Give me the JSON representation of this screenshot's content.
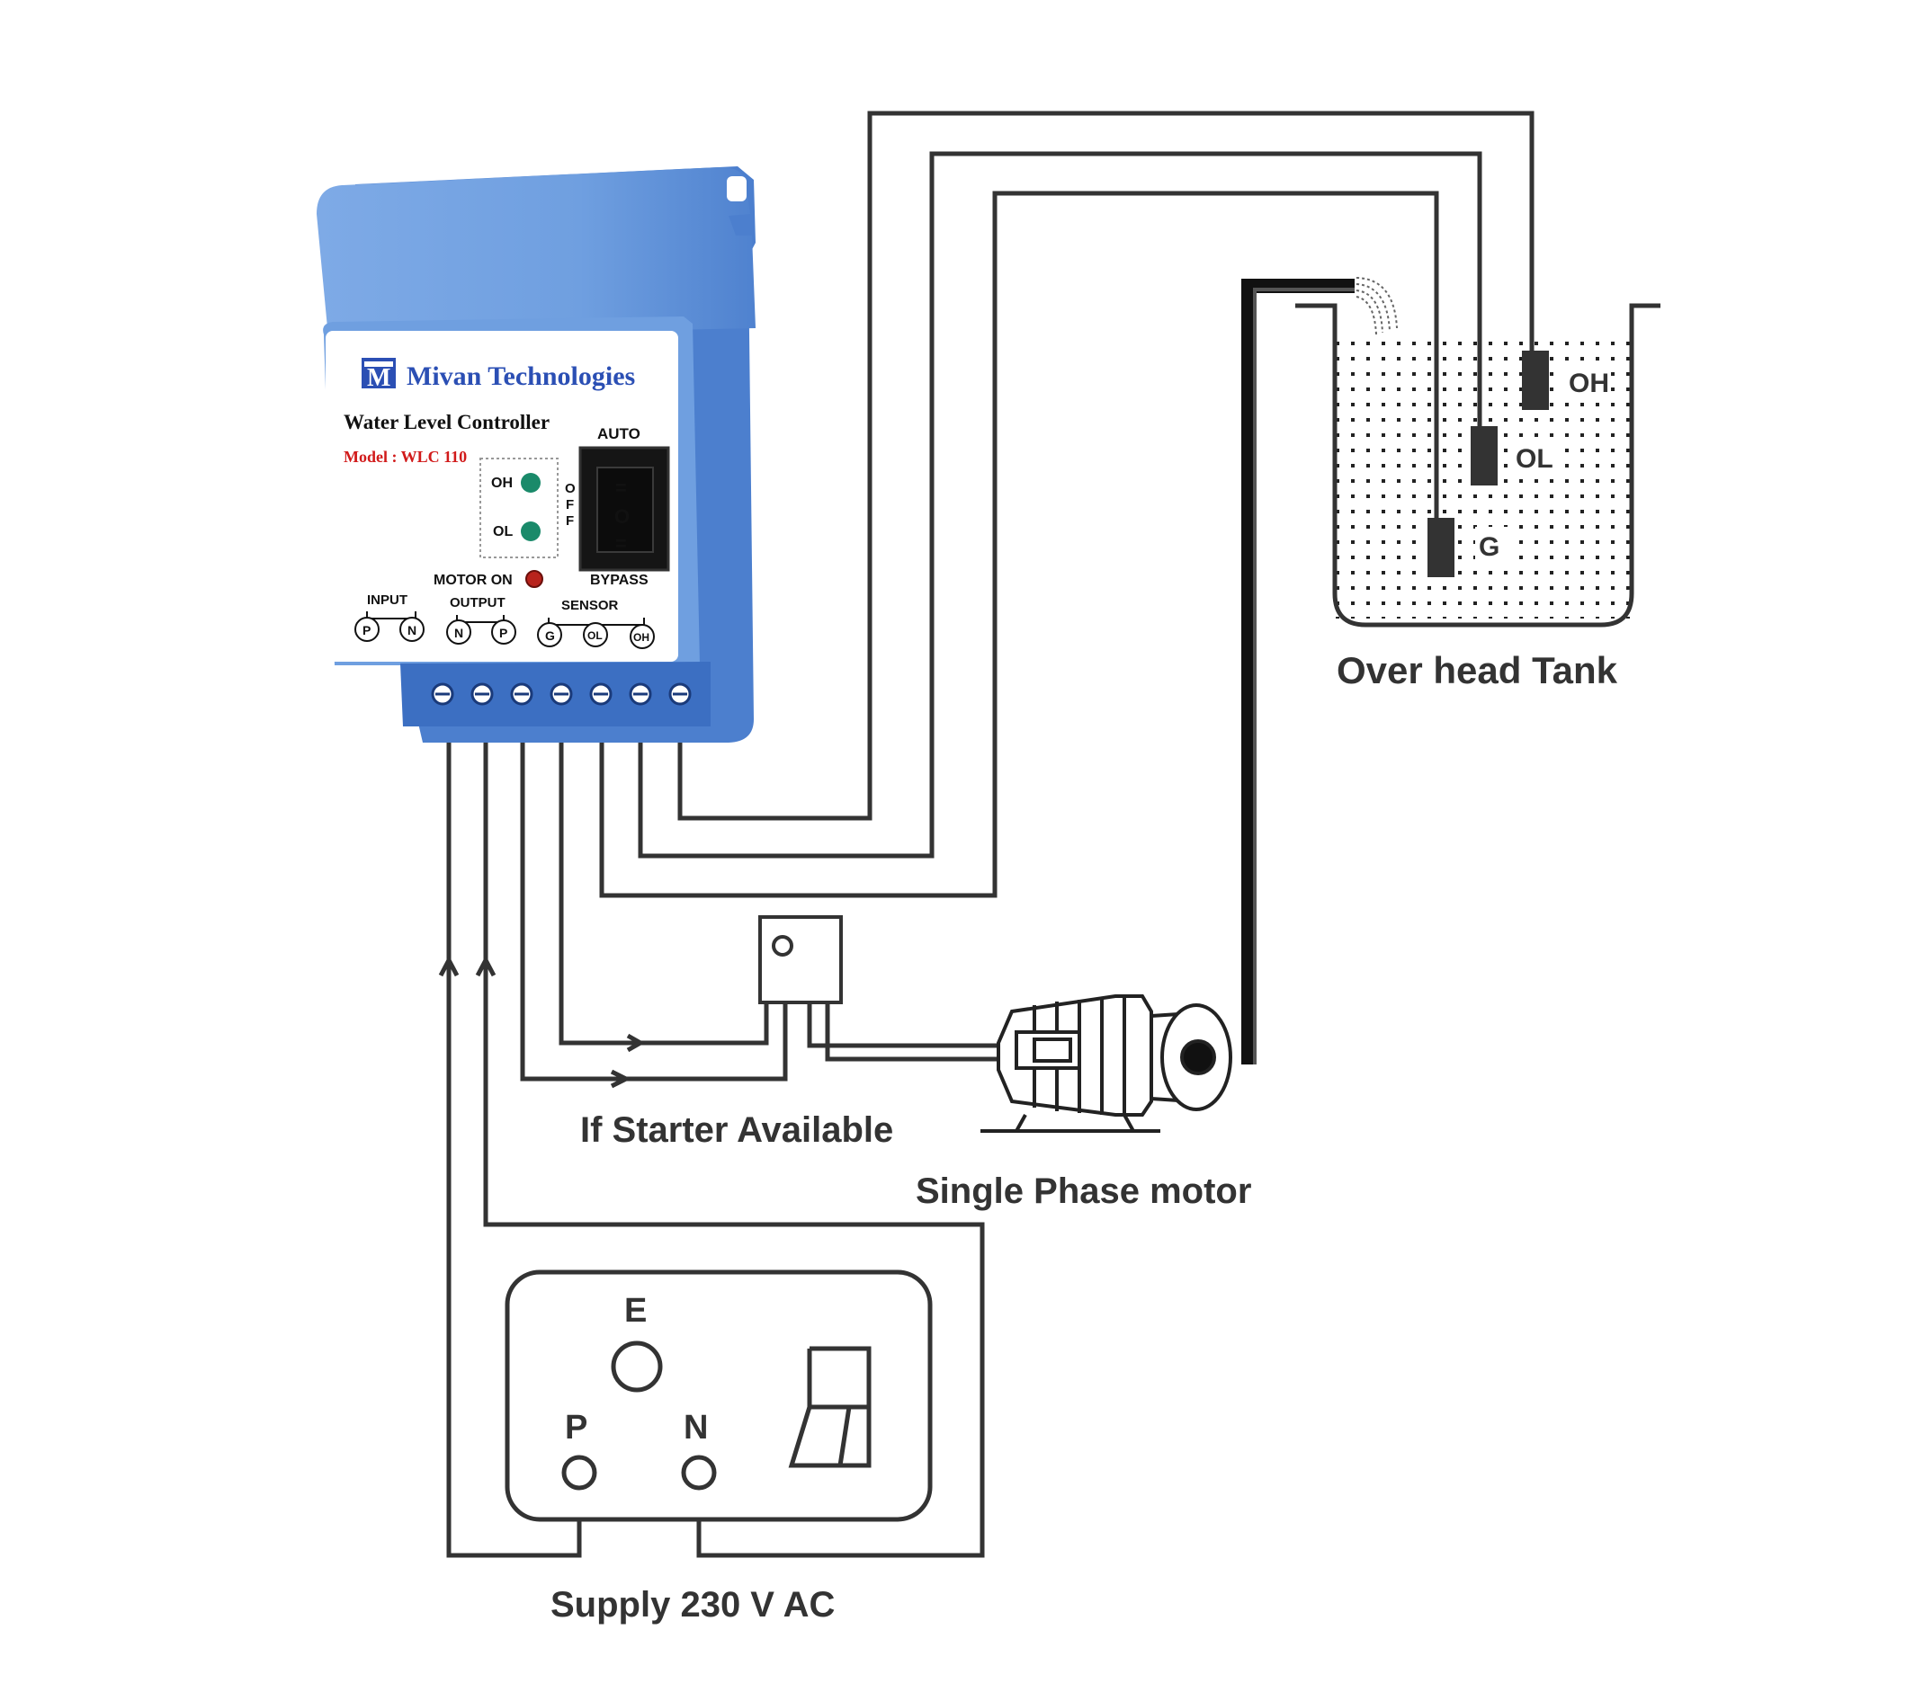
{
  "controller": {
    "brand": "Mivan Technologies",
    "logo_letter": "M",
    "product": "Water Level Controller",
    "model": "Model : WLC 110",
    "indicator_oh": "OH",
    "indicator_ol": "OL",
    "off_letters": [
      "O",
      "F",
      "F"
    ],
    "switch_top": "AUTO",
    "switch_bottom": "BYPASS",
    "switch_symbols": [
      "=",
      "O",
      "="
    ],
    "motor_on": "MOTOR ON",
    "input_label": "INPUT",
    "output_label": "OUTPUT",
    "sensor_label": "SENSOR",
    "terminals": [
      "P",
      "N",
      "N",
      "P",
      "G",
      "OL",
      "OH"
    ],
    "body_color": "#6f9fe0",
    "brand_color": "#2b4fb4",
    "model_color": "#d11a1a",
    "led_color": "#1a8a6a",
    "motor_led_color": "#b8231c"
  },
  "tank": {
    "title": "Over head Tank",
    "probes": [
      "OH",
      "OL",
      "G"
    ]
  },
  "starter": {
    "title": "If Starter Available",
    "symbol": "O"
  },
  "motor": {
    "title": "Single Phase motor"
  },
  "supply": {
    "title": "Supply 230 V AC",
    "earth": "E",
    "phase": "P",
    "neutral": "N"
  }
}
